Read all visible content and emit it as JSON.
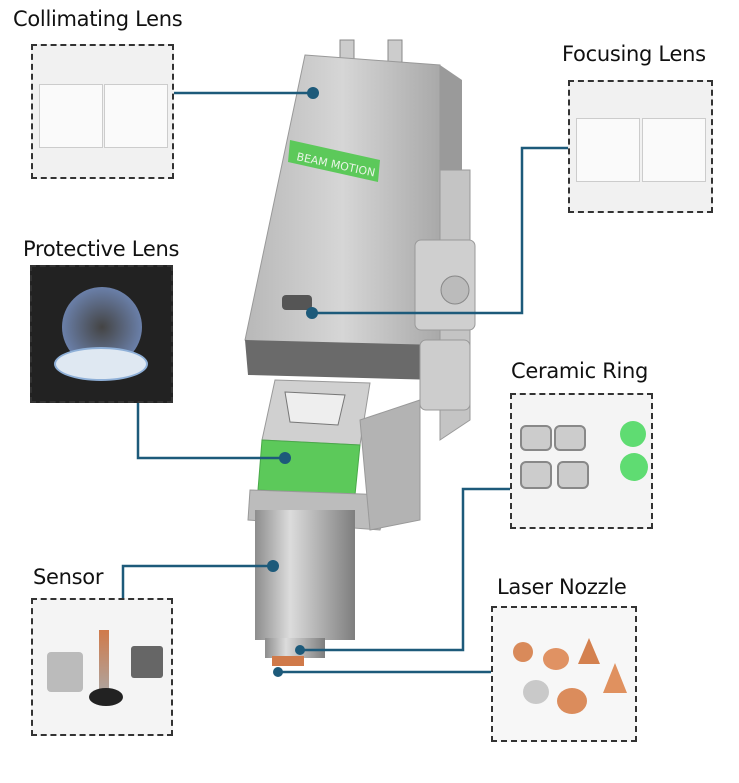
{
  "title": "Laser Cutting Head Parts",
  "colors": {
    "connector": "#1d5a7a",
    "accent_green": "#5cc95a"
  },
  "head": {
    "brand_strip": "BEAM MOTION"
  },
  "parts": [
    {
      "id": "collimating",
      "label": "Collimating Lens"
    },
    {
      "id": "focusing",
      "label": "Focusing Lens"
    },
    {
      "id": "protective",
      "label": "Protective Lens"
    },
    {
      "id": "ceramic",
      "label": "Ceramic Ring"
    },
    {
      "id": "sensor",
      "label": "Sensor"
    },
    {
      "id": "nozzle",
      "label": "Laser Nozzle"
    }
  ]
}
